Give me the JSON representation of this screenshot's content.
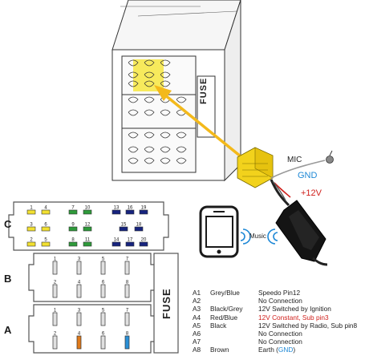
{
  "callouts": {
    "mic": "MIC",
    "gnd": "GND",
    "v12": "+12V",
    "music": "Music"
  },
  "sections": {
    "c": "C",
    "b": "B",
    "a": "A"
  },
  "fuse_labels": {
    "top": "FUSE",
    "bottom": "FUSE"
  },
  "c_pins": {
    "yellow": [
      "1",
      "4",
      "3",
      "6",
      "2",
      "5"
    ],
    "green": [
      "7",
      "10",
      "9",
      "12",
      "8",
      "11"
    ],
    "navy": [
      "13",
      "16",
      "19",
      "15",
      "18",
      "14",
      "17",
      "20"
    ]
  },
  "b_pins": [
    "1",
    "3",
    "5",
    "7",
    "2",
    "4",
    "6",
    "8"
  ],
  "a_pins": [
    "1",
    "3",
    "5",
    "7",
    "2",
    "4",
    "6",
    "8"
  ],
  "legend": [
    {
      "pin": "A1",
      "color": "Grey/Blue",
      "func": "Speedo Pin12"
    },
    {
      "pin": "A2",
      "color": "",
      "func": "No Connection"
    },
    {
      "pin": "A3",
      "color": "Black/Grey",
      "func": "12V Switched by Ignition"
    },
    {
      "pin": "A4",
      "color": "Red/Blue",
      "func": "12V Constant, Sub pin3"
    },
    {
      "pin": "A5",
      "color": "Black",
      "func": "12V Switched by Radio, Sub pin8"
    },
    {
      "pin": "A6",
      "color": "",
      "func": "No Connection"
    },
    {
      "pin": "A7",
      "color": "",
      "func": "No Connection"
    },
    {
      "pin": "A8",
      "color": "Brown",
      "func_prefix": "Earth (",
      "func_gnd": "GND",
      "func_suffix": ")"
    }
  ],
  "colors": {
    "yellow": "#f2e030",
    "green": "#2e9a3a",
    "navy": "#16237e",
    "orange": "#e07a1a",
    "blue": "#2a8fd6",
    "red": "#d0201c",
    "accent_blue": "#1e88d6"
  }
}
